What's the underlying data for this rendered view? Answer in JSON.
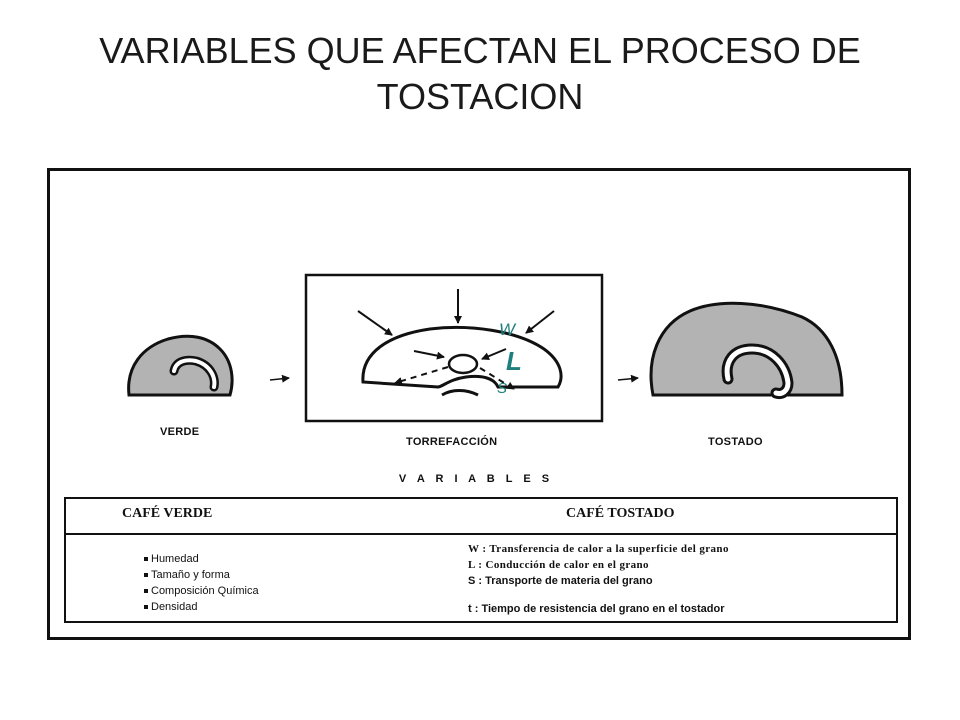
{
  "title": {
    "line1": "VARIABLES QUE AFECTAN EL PROCESO DE",
    "line2": "TOSTACION"
  },
  "stages": {
    "green": "VERDE",
    "roasting": "TORREFACCIÓN",
    "roasted": "TOSTADO"
  },
  "diagram_letters": {
    "w": "W",
    "l": "L",
    "s": "S"
  },
  "variables_heading": "V A R I A B L E S",
  "table": {
    "left_header": "CAFÉ VERDE",
    "right_header": "CAFÉ TOSTADO",
    "left_items": [
      "Humedad",
      "Tamaño y forma",
      "Composición Química",
      "Densidad"
    ],
    "right_items": [
      "W : Transferencia de calor a la superficie del grano",
      "L : Conducción de calor en el grano",
      "S : Transporte de materia del grano",
      "t : Tiempo de resistencia del grano en el tostador"
    ]
  },
  "colors": {
    "bean_fill": "#b3b3b3",
    "letter_teal": "#1f7f7f",
    "line": "#111111"
  },
  "icons": [
    "coffee-bean-green",
    "coffee-bean-roasting",
    "coffee-bean-roasted",
    "heat-arrow",
    "process-arrow"
  ]
}
